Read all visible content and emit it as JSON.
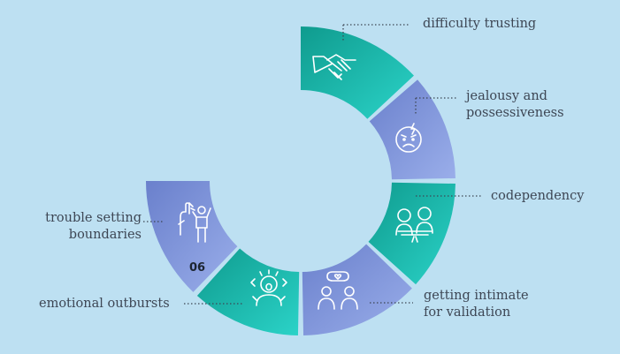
{
  "colors": {
    "background": "#bde0f2",
    "teal_dark": "#0f9b8e",
    "teal_light": "#29d0c6",
    "blue_dark": "#6f86d0",
    "blue_light": "#95a8e6",
    "label_text": "#3d4654",
    "connector": "#3d4654",
    "icon": "#ffffff"
  },
  "segments": [
    {
      "label_lines": [
        "difficulty trusting"
      ],
      "icon": "handshake-icon",
      "style": "teal"
    },
    {
      "label_lines": [
        "jealousy and",
        "possessiveness"
      ],
      "icon": "angry-face-icon",
      "style": "blue"
    },
    {
      "label_lines": [
        "codependency"
      ],
      "icon": "couple-icon",
      "style": "teal"
    },
    {
      "label_lines": [
        "getting intimate",
        "for validation"
      ],
      "icon": "couple-heart-icon",
      "style": "blue"
    },
    {
      "label_lines": [
        "emotional outbursts"
      ],
      "icon": "yelling-person-icon",
      "style": "teal"
    },
    {
      "label_lines": [
        "trouble setting",
        "boundaries"
      ],
      "icon": "stop-hand-person-icon",
      "style": "blue",
      "number": "06"
    }
  ]
}
